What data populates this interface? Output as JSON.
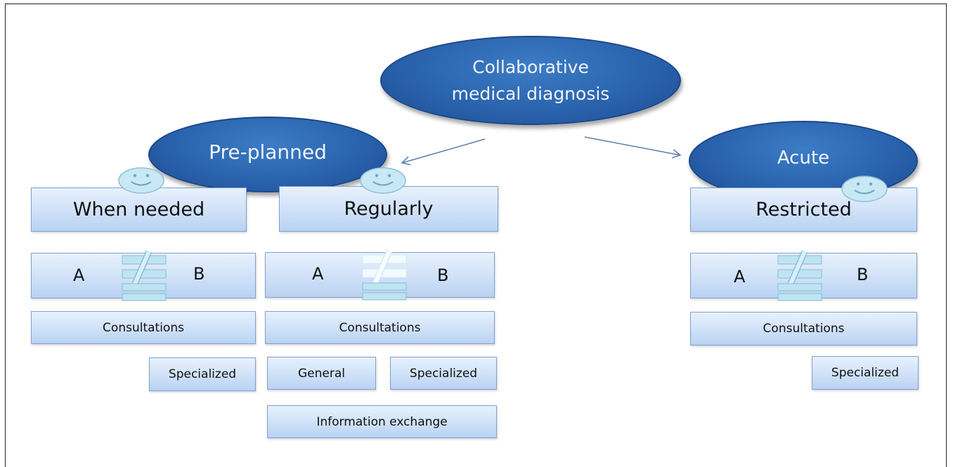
{
  "nodes": {
    "root": "Collaborative medical diagnosis",
    "preplanned": "Pre-planned",
    "acute": "Acute"
  },
  "columns": [
    {
      "header": "When needed",
      "a": "A",
      "b": "B",
      "consultations": "Consultations",
      "specialized": "Specialized"
    },
    {
      "header": "Regularly",
      "a": "A",
      "b": "B",
      "consultations": "Consultations",
      "general": "General",
      "specialized": "Specialized",
      "info": "Information exchange"
    },
    {
      "header": "Restricted",
      "a": "A",
      "b": "B",
      "consultations": "Consultations",
      "specialized": "Specialized"
    }
  ],
  "colors": {
    "ellipse": "#2a63ad",
    "box": "#cfe1f8",
    "box_border": "#7f9fcf",
    "icon": "#bfe4f1"
  },
  "icons": [
    "smiley-icon",
    "not-equal-icon",
    "arrow-icon"
  ]
}
